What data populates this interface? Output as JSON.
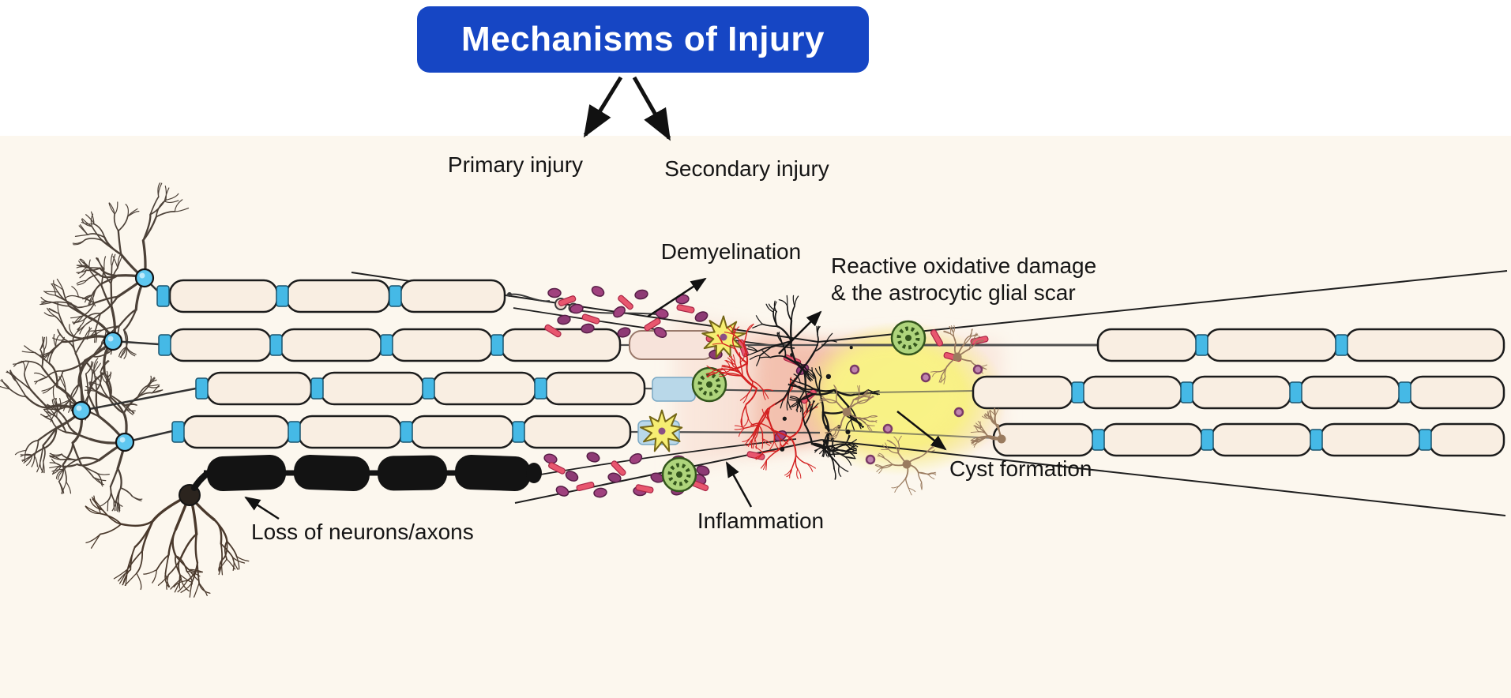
{
  "title": "Mechanisms of Injury",
  "branch_labels": {
    "primary": "Primary injury",
    "secondary": "Secondary injury"
  },
  "figure_labels": {
    "demyelination": "Demyelination",
    "reactive_line1": "Reactive oxidative damage",
    "reactive_line2": "& the astrocytic glial scar",
    "inflammation": "Inflammation",
    "cyst_formation": "Cyst formation",
    "loss_of_neurons": "Loss of neurons/axons"
  },
  "colors": {
    "title_bg": "#1646c4",
    "title_text": "#ffffff",
    "label_text": "#151515",
    "myelin_fill": "#f9eee2",
    "node_blue": "#45b9e6",
    "injury_pink": "#f3c3b2",
    "cyst_yellow": "#f8f178",
    "macrophage_purple": "#a0417e",
    "rod_pink": "#e8566e",
    "green_cell": "#aed47c",
    "astrocyte_yellow": "#f6ee72",
    "scar_black": "#181818",
    "soma_blue": "#5ec7f0"
  }
}
